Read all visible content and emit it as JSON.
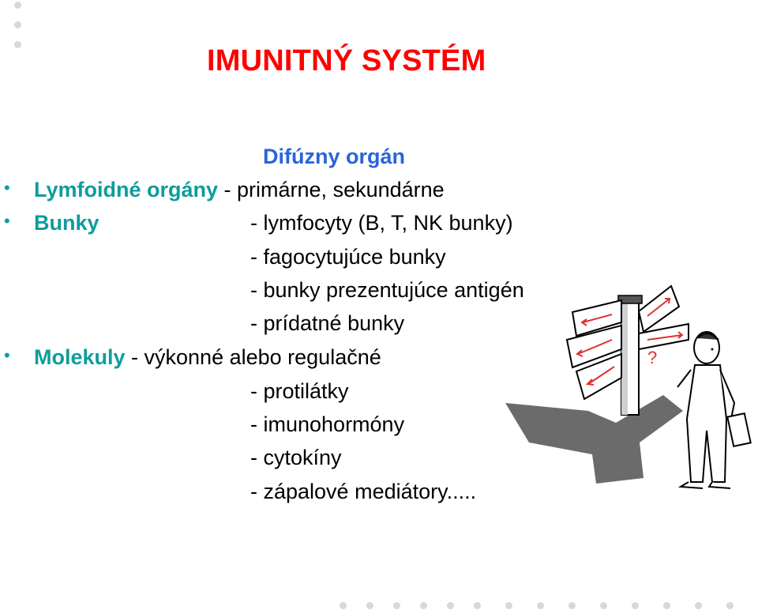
{
  "title": "IMUNITNÝ SYSTÉM",
  "subtitle": "Difúzny orgán",
  "bullet_char": "•",
  "items": [
    {
      "label": "Lymfoidné orgány",
      "text": " - primárne, sekundárne"
    },
    {
      "label": "Bunky",
      "text": "- lymfocyty (B, T, NK bunky)"
    },
    {
      "label": "Molekuly",
      "text": " - výkonné alebo regulačné"
    }
  ],
  "bunky_sub": [
    "- fagocytujúce bunky",
    "- bunky prezentujúce antigén",
    "- prídatné bunky"
  ],
  "molekuly_sub": [
    "- protilátky",
    "- imunohormóny",
    "- cytokíny",
    "- zápalové mediátory....."
  ],
  "illustration": {
    "question_mark": "?"
  },
  "colors": {
    "title": "#ff0000",
    "subtitle": "#2a64d8",
    "label": "#0e9c9c",
    "text": "#000000"
  }
}
